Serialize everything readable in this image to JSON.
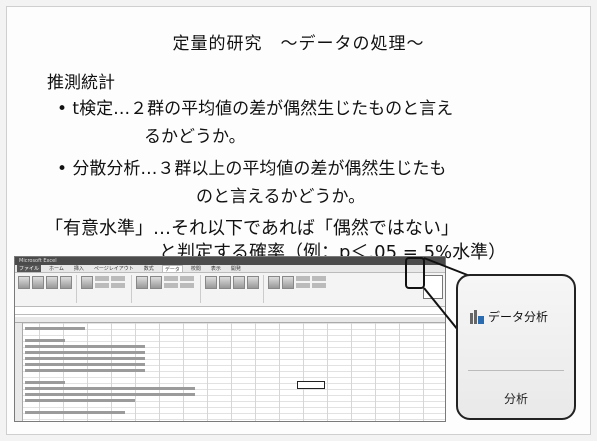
{
  "slide": {
    "title": "定量的研究　～データの処理～",
    "heading": "推測統計",
    "bullets": [
      {
        "line1": "• t検定…２群の平均値の差が偶然生じたものと言え",
        "line2": "るかどうか。"
      },
      {
        "line1": "• 分散分析…３群以上の平均値の差が偶然生じたも",
        "line2": "のと言えるかどうか。"
      }
    ],
    "significance": {
      "line1": "「有意水準」…それ以下であれば「偶然ではない」",
      "line2": "と判定する確率（例：p＜.05 = 5%水準）"
    }
  },
  "excel": {
    "window_title": "Microsoft Excel",
    "tabs": [
      "ファイル",
      "ホーム",
      "挿入",
      "ページレイアウト",
      "数式",
      "データ",
      "校閲",
      "表示",
      "開発"
    ],
    "active_tab": "データ"
  },
  "callout": {
    "button_label": "データ分析",
    "icon": "data-analysis-icon",
    "group_label": "分析"
  }
}
